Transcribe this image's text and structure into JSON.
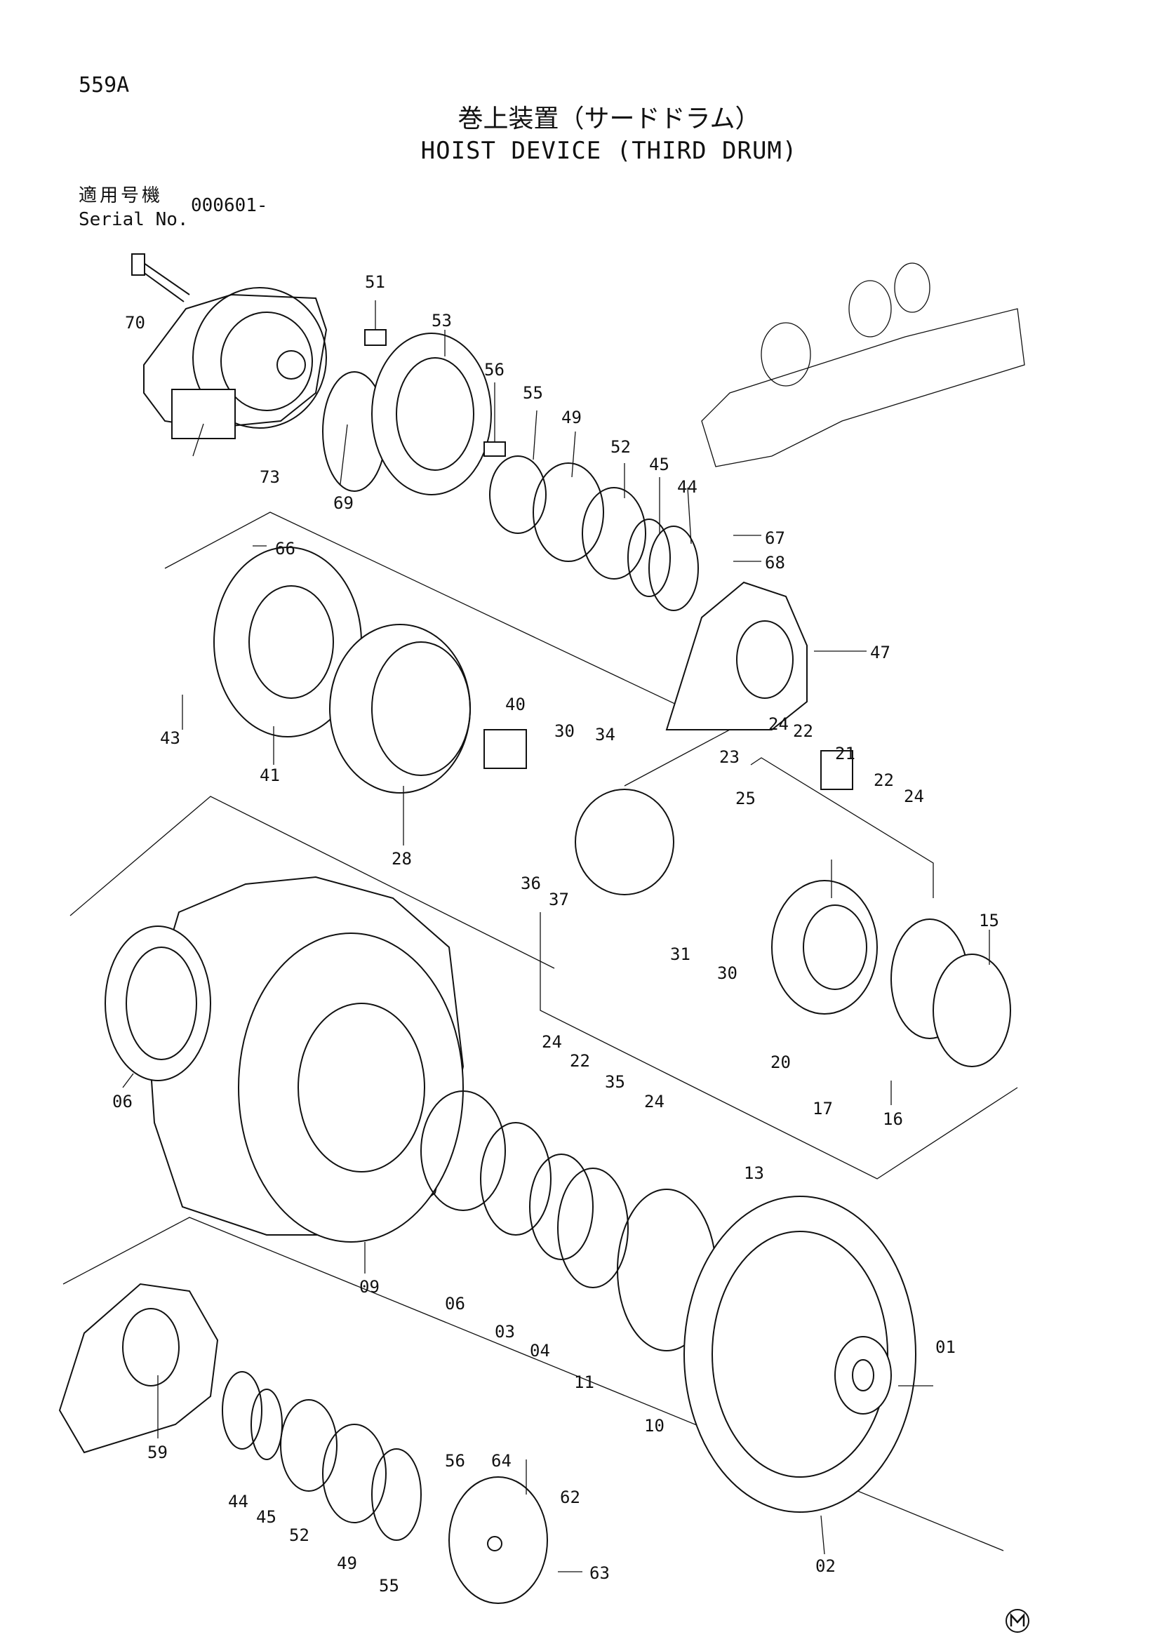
{
  "header": {
    "page_number": "559A",
    "title_jp": "巻上装置（サードドラム）",
    "title_en": "HOIST DEVICE (THIRD DRUM)",
    "serial_label_jp": "適用号機",
    "serial_label_en": "Serial No.",
    "serial_value": "000601-"
  },
  "part_labels": [
    {
      "id": "p70",
      "text": "70"
    },
    {
      "id": "p73",
      "text": "73"
    },
    {
      "id": "p51",
      "text": "51"
    },
    {
      "id": "p69",
      "text": "69"
    },
    {
      "id": "p53",
      "text": "53"
    },
    {
      "id": "p56a",
      "text": "56"
    },
    {
      "id": "p55a",
      "text": "55"
    },
    {
      "id": "p49a",
      "text": "49"
    },
    {
      "id": "p52a",
      "text": "52"
    },
    {
      "id": "p45a",
      "text": "45"
    },
    {
      "id": "p44a",
      "text": "44"
    },
    {
      "id": "p67",
      "text": "67"
    },
    {
      "id": "p68",
      "text": "68"
    },
    {
      "id": "p66",
      "text": "66"
    },
    {
      "id": "p47",
      "text": "47"
    },
    {
      "id": "p43",
      "text": "43"
    },
    {
      "id": "p41",
      "text": "41"
    },
    {
      "id": "p28",
      "text": "28"
    },
    {
      "id": "p40",
      "text": "40"
    },
    {
      "id": "p30a",
      "text": "30"
    },
    {
      "id": "p34",
      "text": "34"
    },
    {
      "id": "p24a",
      "text": "24"
    },
    {
      "id": "p22a",
      "text": "22"
    },
    {
      "id": "p21",
      "text": "21"
    },
    {
      "id": "p22b",
      "text": "22"
    },
    {
      "id": "p24b",
      "text": "24"
    },
    {
      "id": "p23",
      "text": "23"
    },
    {
      "id": "p25",
      "text": "25"
    },
    {
      "id": "p36",
      "text": "36"
    },
    {
      "id": "p37",
      "text": "37"
    },
    {
      "id": "p31",
      "text": "31"
    },
    {
      "id": "p30b",
      "text": "30"
    },
    {
      "id": "p15",
      "text": "15"
    },
    {
      "id": "p20",
      "text": "20"
    },
    {
      "id": "p17",
      "text": "17"
    },
    {
      "id": "p16",
      "text": "16"
    },
    {
      "id": "p24c",
      "text": "24"
    },
    {
      "id": "p22c",
      "text": "22"
    },
    {
      "id": "p35",
      "text": "35"
    },
    {
      "id": "p24d",
      "text": "24"
    },
    {
      "id": "p06a",
      "text": "06"
    },
    {
      "id": "p09",
      "text": "09"
    },
    {
      "id": "p06b",
      "text": "06"
    },
    {
      "id": "p03",
      "text": "03"
    },
    {
      "id": "p04",
      "text": "04"
    },
    {
      "id": "p11",
      "text": "11"
    },
    {
      "id": "p10",
      "text": "10"
    },
    {
      "id": "p13",
      "text": "13"
    },
    {
      "id": "p01",
      "text": "01"
    },
    {
      "id": "p02",
      "text": "02"
    },
    {
      "id": "p59",
      "text": "59"
    },
    {
      "id": "p44b",
      "text": "44"
    },
    {
      "id": "p45b",
      "text": "45"
    },
    {
      "id": "p52b",
      "text": "52"
    },
    {
      "id": "p49b",
      "text": "49"
    },
    {
      "id": "p55b",
      "text": "55"
    },
    {
      "id": "p56b",
      "text": "56"
    },
    {
      "id": "p64",
      "text": "64"
    },
    {
      "id": "p62",
      "text": "62"
    },
    {
      "id": "p63",
      "text": "63"
    }
  ]
}
